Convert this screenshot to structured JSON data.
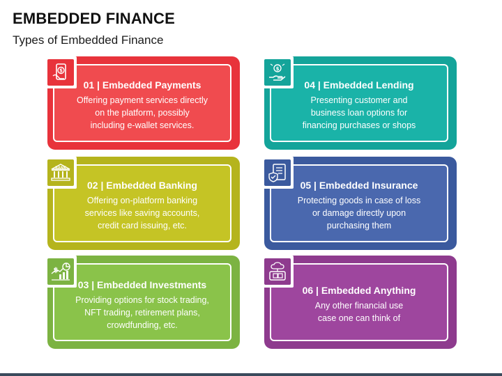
{
  "title": "EMBEDDED FINANCE",
  "subtitle": "Types of Embedded Finance",
  "cards": [
    {
      "heading": "01 | Embedded Payments",
      "lines": [
        "Offering payment services directly",
        "on the platform, possibly",
        "including e-wallet services."
      ],
      "color": "#e8333b",
      "inner_color": "#f04b4f",
      "icon": "payment-phone-icon"
    },
    {
      "heading": "02 | Embedded Banking",
      "lines": [
        "Offering on-platform banking",
        "services like saving accounts,",
        "credit card issuing, etc."
      ],
      "color": "#b5b41d",
      "inner_color": "#c5c425",
      "icon": "bank-icon",
      "icon_text": "BANK"
    },
    {
      "heading": "03 | Embedded Investments",
      "lines": [
        "Providing options for stock trading,",
        "NFT trading, retirement plans,",
        "crowdfunding, etc."
      ],
      "color": "#7cb342",
      "inner_color": "#8ac34a",
      "icon": "investment-chart-icon"
    },
    {
      "heading": "04 | Embedded Lending",
      "lines": [
        "Presenting customer and",
        "business loan options for",
        "financing purchases or shops"
      ],
      "color": "#14a49a",
      "inner_color": "#1ab3a8",
      "icon": "lending-hand-icon"
    },
    {
      "heading": "05 | Embedded Insurance",
      "lines": [
        "Protecting goods in case of loss",
        "or damage directly upon",
        "purchasing them"
      ],
      "color": "#3b5a9e",
      "inner_color": "#4a68ae",
      "icon": "insurance-document-icon"
    },
    {
      "heading": "06 | Embedded Anything",
      "lines": [
        "Any other financial use",
        "case one can think of"
      ],
      "color": "#8e3b8e",
      "inner_color": "#9e469e",
      "icon": "cloud-device-icon"
    }
  ]
}
